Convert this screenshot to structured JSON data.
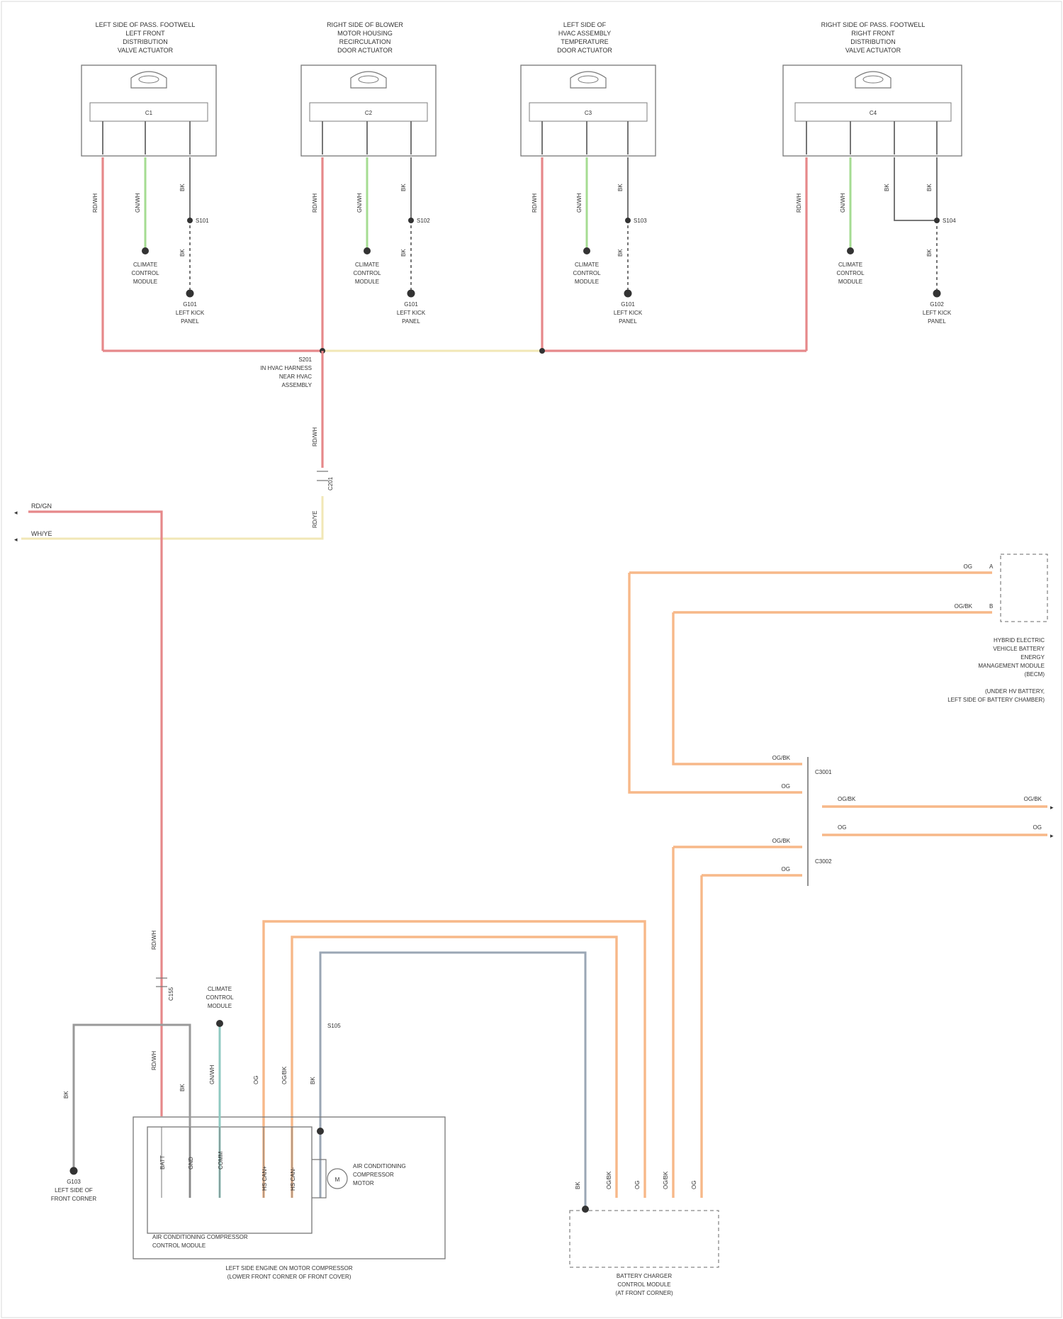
{
  "diagram": {
    "note": "",
    "colors": {
      "red": "#e6888a",
      "green": "#a5dc92",
      "black": "#666666",
      "yellow": "#f1e7b6",
      "orange": "#f7b889",
      "gray": "#9aa6b4",
      "teal": "#8fc9c1"
    },
    "top_components": [
      {
        "title": "LEFT SIDE OF PASS. FOOTWELL",
        "sub1": "LEFT FRONT",
        "sub2": "DISTRIBUTION",
        "sub3": "VALVE ACTUATOR",
        "connector": "C1",
        "wire_red": "RD/WH",
        "wire_green": "GN/WH",
        "wire_black": "BK",
        "splice": "S101",
        "wire_black2": "BK",
        "ground_code": "G101",
        "ground_loc1": "LEFT KICK",
        "ground_loc2": "PANEL",
        "module_1": "CLIMATE",
        "module_2": "CONTROL",
        "module_3": "MODULE"
      },
      {
        "title": "RIGHT SIDE OF BLOWER",
        "sub1": "MOTOR HOUSING",
        "sub2": "RECIRCULATION",
        "sub3": "DOOR ACTUATOR",
        "connector": "C2",
        "wire_red": "RD/WH",
        "wire_green": "GN/WH",
        "wire_black": "BK",
        "splice": "S102",
        "wire_black2": "BK",
        "ground_code": "G101",
        "ground_loc1": "LEFT KICK",
        "ground_loc2": "PANEL",
        "module_1": "CLIMATE",
        "module_2": "CONTROL",
        "module_3": "MODULE"
      },
      {
        "title": "LEFT SIDE OF",
        "sub1": "HVAC ASSEMBLY",
        "sub2": "TEMPERATURE",
        "sub3": "DOOR ACTUATOR",
        "connector": "C3",
        "wire_red": "RD/WH",
        "wire_green": "GN/WH",
        "wire_black": "BK",
        "splice": "S103",
        "wire_black2": "BK",
        "ground_code": "G101",
        "ground_loc1": "LEFT KICK",
        "ground_loc2": "PANEL",
        "module_1": "CLIMATE",
        "module_2": "CONTROL",
        "module_3": "MODULE"
      },
      {
        "title": "RIGHT SIDE OF PASS. FOOTWELL",
        "sub1": "RIGHT FRONT",
        "sub2": "DISTRIBUTION",
        "sub3": "VALVE ACTUATOR",
        "connector": "C4",
        "wire_red": "RD/WH",
        "wire_green": "GN/WH",
        "wire_black": "BK",
        "wire_black_b": "BK",
        "splice": "S104",
        "wire_black2": "BK",
        "ground_code": "G102",
        "ground_loc1": "LEFT KICK",
        "ground_loc2": "PANEL",
        "module_1": "CLIMATE",
        "module_2": "CONTROL",
        "module_3": "MODULE"
      }
    ],
    "splice_main": {
      "code": "S201",
      "line1": "IN HVAC HARNESS",
      "line2": "NEAR HVAC",
      "line3": "ASSEMBLY"
    },
    "main_wire_label": "RD/WH",
    "main_connector": "C201",
    "main_wire_label2": "RD/YE",
    "left_feeds": [
      {
        "label": "RD/GN",
        "arrow": "◂"
      },
      {
        "label": "WH/YE",
        "arrow": "◂"
      }
    ],
    "battery_module": {
      "pin_a_wire": "OG",
      "pin_a": "A",
      "pin_b_wire": "OG/BK",
      "pin_b": "B",
      "line1": "HYBRID ELECTRIC",
      "line2": "VEHICLE BATTERY",
      "line3": "ENERGY",
      "line4": "MANAGEMENT MODULE",
      "line5": "(BECM)",
      "line6": "(UNDER HV BATTERY,",
      "line7": "LEFT SIDE OF BATTERY CHAMBER)"
    },
    "junction": {
      "c1": "C3001",
      "c2": "C3002",
      "wire1": "OG/BK",
      "wire2": "OG",
      "wire3": "OG/BK",
      "wire4": "OG",
      "run1_left": "OG/BK",
      "run1_right": "OG/BK",
      "run2_left": "OG",
      "run2_right": "OG",
      "arrow1": "▸",
      "arrow2": "▸"
    },
    "compressor": {
      "wire_red": "RD/WH",
      "connector": "C155",
      "wire_red2": "RD/WH",
      "wire_black": "BK",
      "wire_teal": "GN/WH",
      "wire_og": "OG",
      "wire_ogbk": "OG/BK",
      "wire_bk2": "BK",
      "splice": "S105",
      "climate_1": "CLIMATE",
      "climate_2": "CONTROL",
      "climate_3": "MODULE",
      "pin_labels": [
        "BATT",
        "GND",
        "COMM",
        "HS CAN+",
        "HS CAN-"
      ],
      "motor_1": "AIR CONDITIONING",
      "motor_2": "COMPRESSOR",
      "motor_3": "MOTOR",
      "inner_title_1": "AIR CONDITIONING COMPRESSOR",
      "inner_title_2": "CONTROL MODULE",
      "caption_1": "LEFT SIDE ENGINE ON MOTOR COMPRESSOR",
      "caption_2": "(LOWER FRONT CORNER OF FRONT COVER)"
    },
    "ground_left": {
      "wire": "BK",
      "code": "G103",
      "loc1": "LEFT SIDE OF",
      "loc2": "FRONT CORNER"
    },
    "harness_module": {
      "wires": [
        "BK",
        "OG/BK",
        "OG",
        "OG/BK",
        "OG"
      ],
      "line1": "BATTERY CHARGER",
      "line2": "CONTROL MODULE",
      "line3": "(AT FRONT CORNER)"
    }
  }
}
